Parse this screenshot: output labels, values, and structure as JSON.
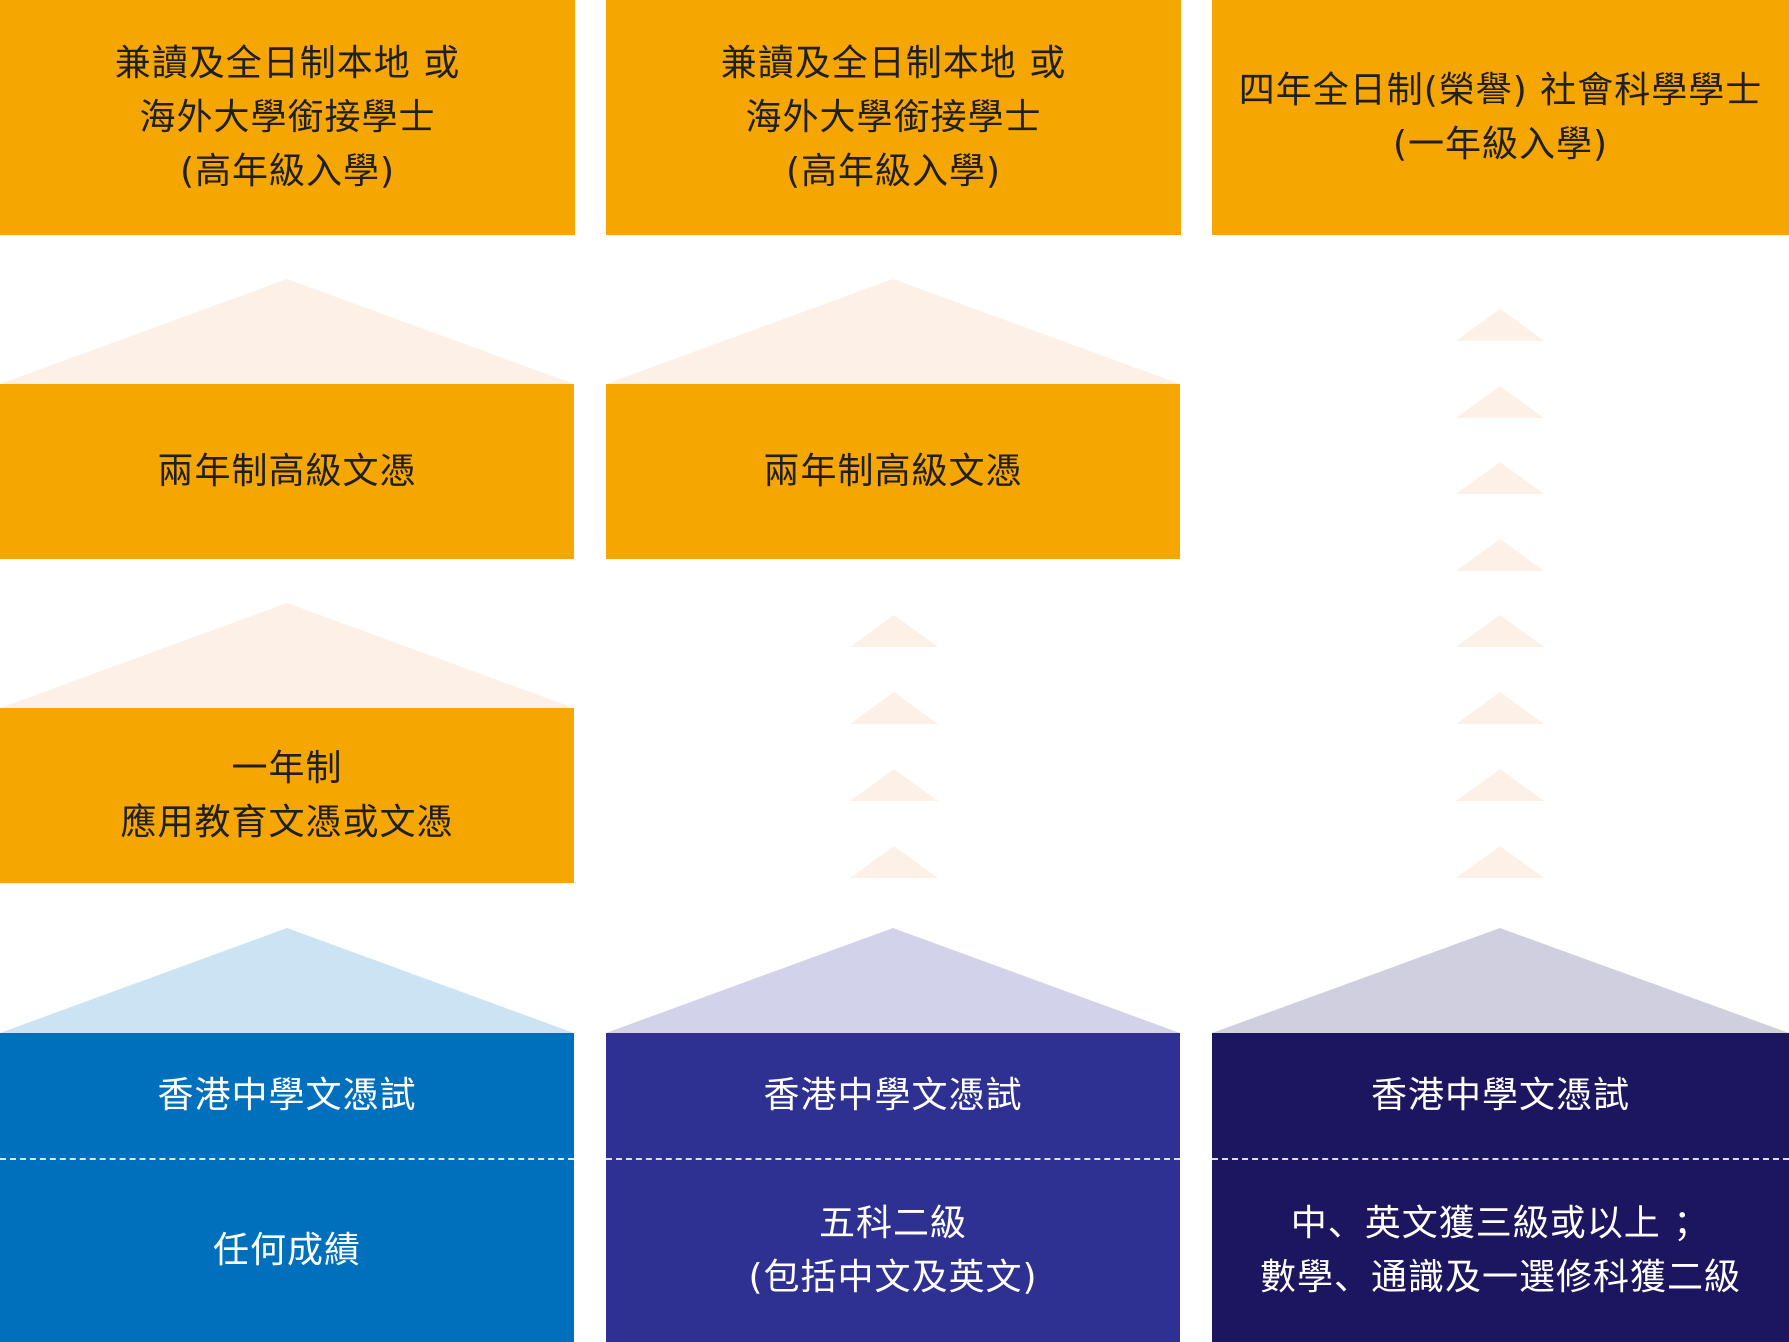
{
  "colors": {
    "orange": "#f5a600",
    "peach_arrow": "#fdf0e6",
    "col1_blue": "#0070bd",
    "col2_blue": "#2e3192",
    "col3_blue": "#1c1660",
    "col1_arrow": "#cbe3f2",
    "col2_arrow": "#d2d3eb",
    "col3_arrow": "#d0cfe0"
  },
  "columns": [
    {
      "degree": {
        "lines": [
          "兼讀及全日制本地 或",
          "海外大學銜接學士",
          "(高年級入學)"
        ]
      },
      "higher_diploma": {
        "lines": [
          "兩年制高級文憑"
        ]
      },
      "foundation": {
        "lines": [
          "一年制",
          "應用教育文憑或文憑"
        ]
      },
      "exam": {
        "title": "香港中學文憑試",
        "lines": [
          "任何成績"
        ]
      }
    },
    {
      "degree": {
        "lines": [
          "兼讀及全日制本地 或",
          "海外大學銜接學士",
          "(高年級入學)"
        ]
      },
      "higher_diploma": {
        "lines": [
          "兩年制高級文憑"
        ]
      },
      "exam": {
        "title": "香港中學文憑試",
        "lines": [
          "五科二級",
          "(包括中文及英文)"
        ]
      }
    },
    {
      "degree": {
        "lines": [
          "四年全日制(榮譽) 社會科學學士",
          "(一年級入學)"
        ]
      },
      "exam": {
        "title": "香港中學文憑試",
        "lines": [
          "中、英文獲三級或以上 ；",
          "數學、通識及一選修科獲二級"
        ]
      }
    }
  ]
}
